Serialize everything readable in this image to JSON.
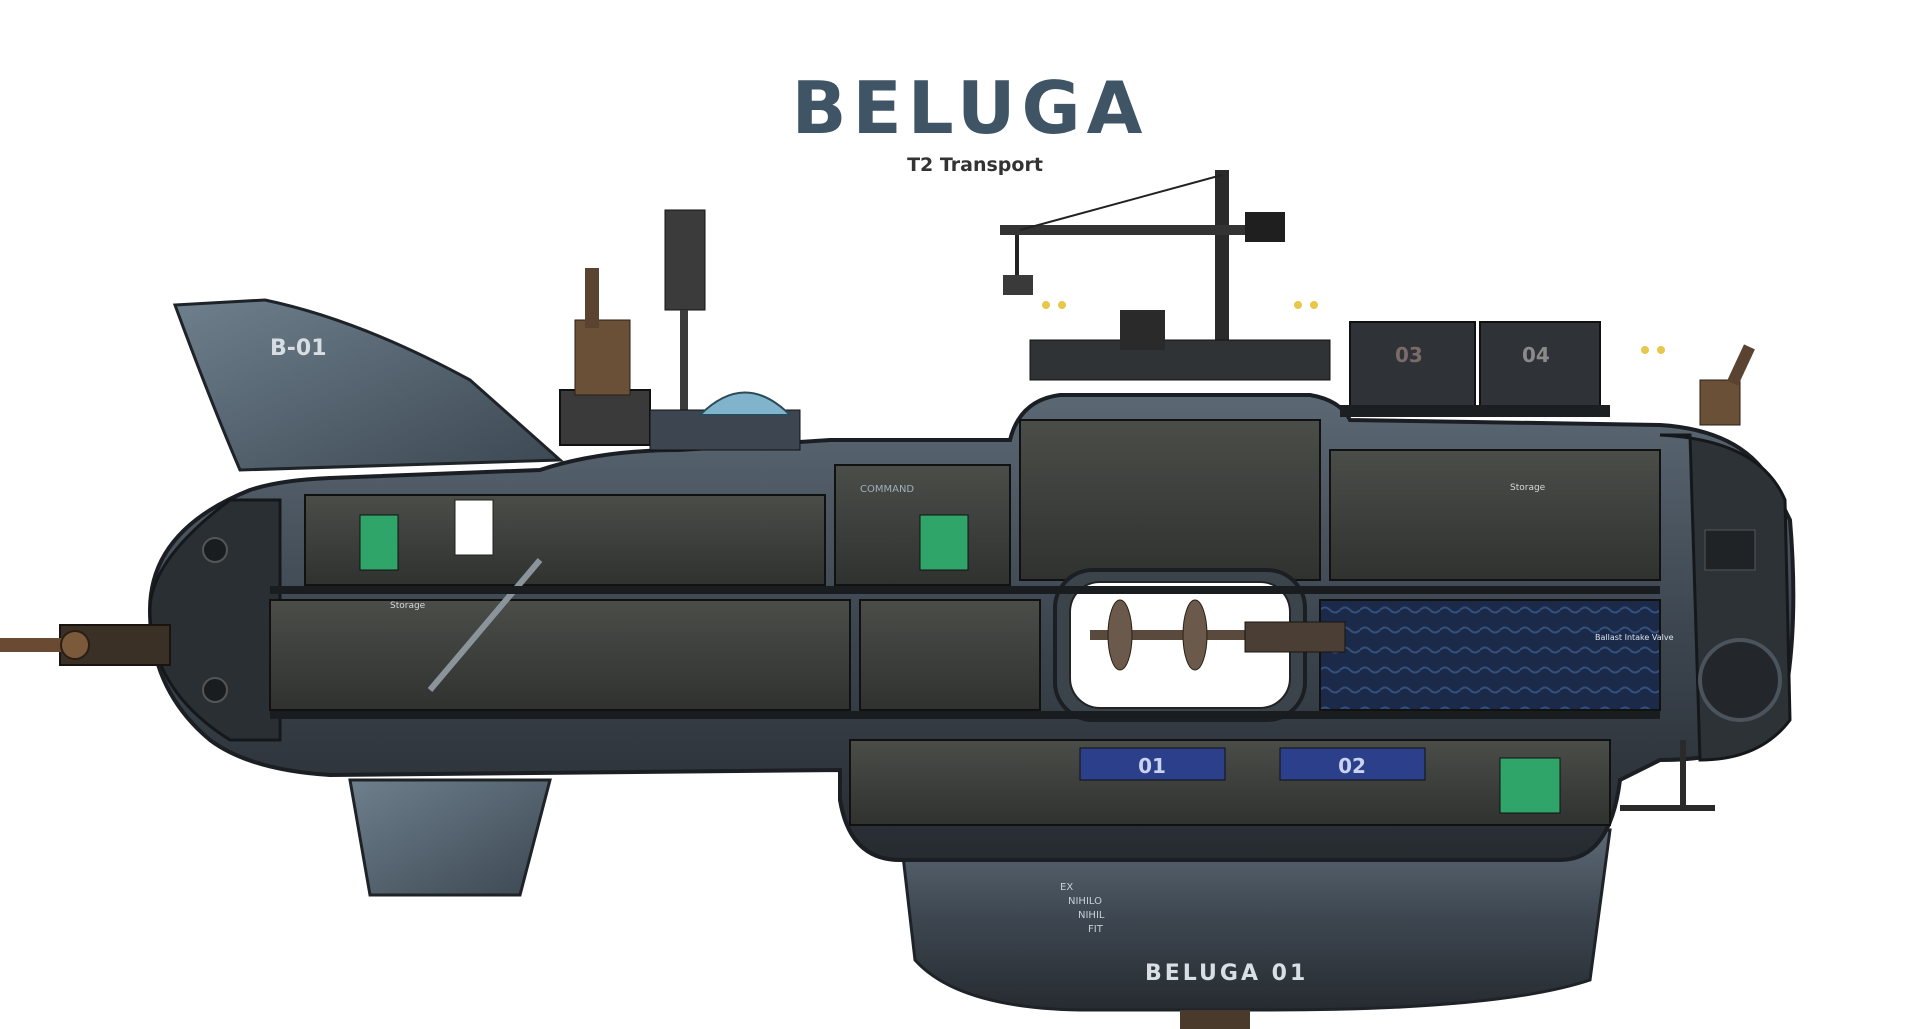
{
  "title": "BELUGA",
  "subtitle": "T2 Transport",
  "hull_marking": "B-01",
  "lower_hull_name": "BELUGA 01",
  "motto": [
    "EX",
    "NIHILO",
    "NIHIL",
    "FIT"
  ],
  "tank_labels": [
    "03",
    "04"
  ],
  "bay_labels": [
    "01",
    "02"
  ],
  "room_labels": {
    "command": "COMMAND",
    "storage_aft": "Storage",
    "storage_fore": "Storage",
    "ballast": "Ballast Intake Valve"
  },
  "colors": {
    "hull_dark": "#2b3036",
    "hull_mid": "#4a5661",
    "hull_light": "#6f7f8c",
    "interior": "#3a3d3a",
    "title": "#3f5566",
    "window": "#ffffff",
    "bay_blue": "#2c3f8a",
    "water": "#1c2a4a"
  }
}
